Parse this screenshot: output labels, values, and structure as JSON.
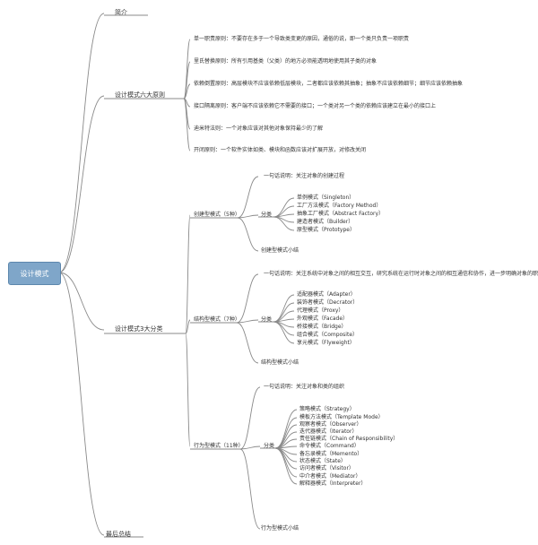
{
  "root": {
    "label": "设计模式"
  },
  "intro": {
    "label": "简介"
  },
  "principles": {
    "label": "设计模式六大原则",
    "items": [
      "单一职责原则：不要存在多于一个导致类变更的原因，通俗的说，即一个类只负责一项职责",
      "里氏替换原则：所有引用基类（父类）的地方必须能透明地使用其子类的对象",
      "依赖倒置原则：高层模块不应该依赖低层模块，二者都应该依赖其抽象；抽象不应该依赖细节；细节应该依赖抽象",
      "接口隔离原则：客户端不应该依赖它不需要的接口；一个类对另一个类的依赖应该建立在最小的接口上",
      "迪米特法则：一个对象应该对其他对象保持最少的了解",
      "开闭原则：一个软件实体如类、模块和函数应该对扩展开放，对修改关闭"
    ]
  },
  "categories": {
    "label": "设计模式3大分类",
    "creational": {
      "label": "创建型模式（5种）",
      "summary": "一句话说明：关注对象的创建过程",
      "classify": "分类",
      "items": [
        "单例模式（Singleton）",
        "工厂方法模式（Factory Method）",
        "抽象工厂模式（Abstract Factory）",
        "建造者模式（Builder）",
        "原型模式（Prototype）"
      ],
      "conclusion": "创建型模式小结"
    },
    "structural": {
      "label": "结构型模式（7种）",
      "summary": "一句话说明：关注系统中对象之间的相互交互，研究系统在运行时对象之间的相互通信和协作，进一步明确对象的职责",
      "classify": "分类",
      "items": [
        "适配器模式（Adapter）",
        "装饰者模式（Decrator）",
        "代理模式（Proxy）",
        "外观模式（Facade）",
        "桥接模式（Bridge）",
        "组合模式（Composite）",
        "享元模式（Flyweight）"
      ],
      "conclusion": "结构型模式小结"
    },
    "behavioral": {
      "label": "行为型模式（11种）",
      "summary": "一句话说明：关注对象和类的组织",
      "classify": "分类",
      "items": [
        "策略模式（Strategy）",
        "模板方法模式（Template Mode）",
        "观察者模式（Observer）",
        "迭代器模式（Iterator）",
        "责任链模式（Chain of Responsibility）",
        "命令模式（Command）",
        "备忘录模式（Memento）",
        "状态模式（State）",
        "访问者模式（Visitor）",
        "中介者模式（Mediator）",
        "解释器模式（Interpreter）"
      ],
      "conclusion": "行为型模式小结"
    }
  },
  "final": {
    "label": "最后总结"
  },
  "colors": {
    "line": "#8a8a8a",
    "root_fill": "#7fa6c9"
  }
}
